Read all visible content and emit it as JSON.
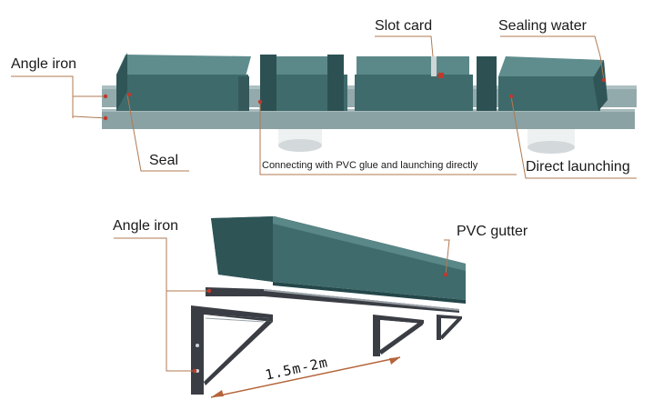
{
  "labels": {
    "angle_iron_top": "Angle iron",
    "slot_card": "Slot card",
    "sealing_water": "Sealing water",
    "seal": "Seal",
    "connecting": "Connecting with PVC glue and launching directly",
    "direct_launching": "Direct launching",
    "angle_iron_bottom": "Angle iron",
    "pvc_gutter": "PVC gutter",
    "span": "1.5m-2m"
  },
  "colors": {
    "gutter": "#3f6b6c",
    "gutter_dark": "#2c4f52",
    "gutter_light": "#5b8788",
    "rail": "#8fa7a9",
    "leader": "#b07a52",
    "dot": "#c0392b",
    "support": "#d8dde0",
    "bracket": "#3a3e44"
  }
}
